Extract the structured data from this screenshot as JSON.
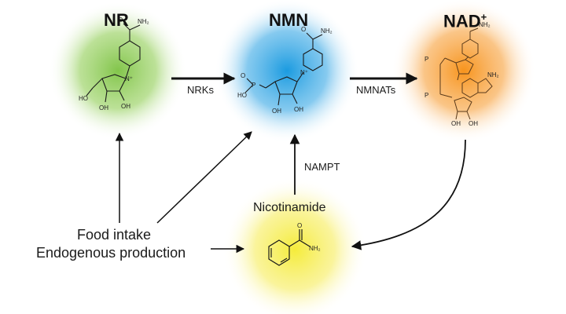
{
  "nodes": {
    "nr": {
      "title": "NR",
      "color": "#7cc242"
    },
    "nmn": {
      "title": "NMN",
      "color": "#1b9be0"
    },
    "nad": {
      "title": "NAD",
      "superscript": "+",
      "color": "#f7941d"
    },
    "nam": {
      "title": "Nicotinamide",
      "color": "#f5ec3b"
    }
  },
  "enzymes": {
    "nrks": "NRKs",
    "nmnats": "NMNATs",
    "nampt": "NAMPT"
  },
  "sources": {
    "line1": "Food intake",
    "line2": "Endogenous production"
  },
  "molecule_atom_labels": {
    "nh2": "NH₂",
    "oh": "OH",
    "ho": "HO",
    "n_plus": "N⁺",
    "o": "O",
    "p": "P"
  },
  "arrow_color": "#111111"
}
